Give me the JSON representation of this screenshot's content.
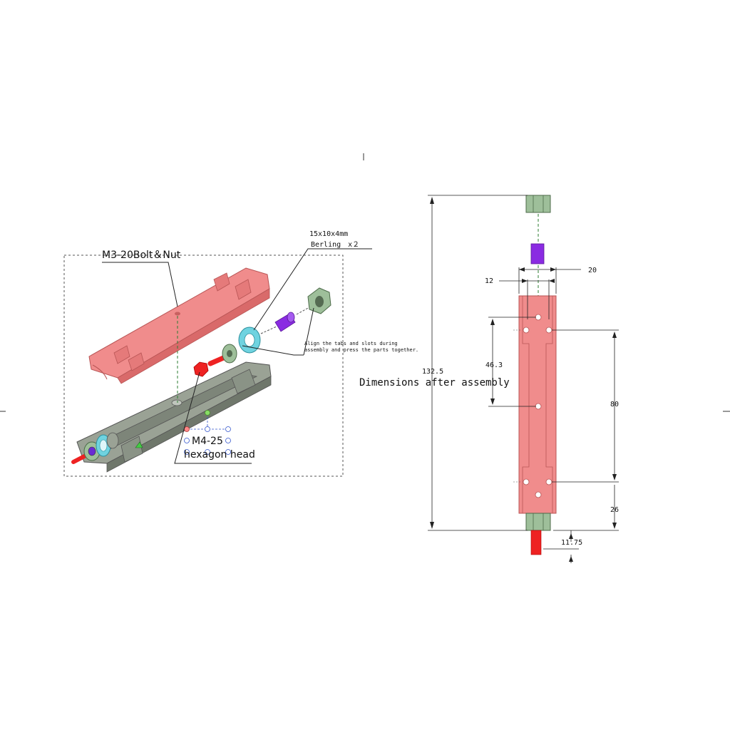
{
  "labels": {
    "bolt_nut": "M3-20Bolt＆Nut",
    "spacer_size": "15x10x4mm",
    "spacer_name": "Berling　x２",
    "align_line1": "Align the tabs and slots during",
    "align_line2": "assembly and press the parts together.",
    "hex_size": "M4-25",
    "hex_head": "hexagon head",
    "dims_after": "Dimensions after assembly"
  },
  "dimensions": {
    "overall_length": "132.5",
    "inner_width": "12",
    "outer_width": "20",
    "hole_spacing_small": "46.3",
    "hole_spacing_large": "80",
    "bottom_offset": "26",
    "shaft_offset": "11.75"
  },
  "colors": {
    "salmon": "#f08c8c",
    "salmon_dark": "#d96a6a",
    "gray": "#9aa295",
    "gray_dark": "#6f776b",
    "green_nut": "#9ebf9a",
    "cyan": "#6fd3e0",
    "purple": "#8a2be2",
    "red": "#ee2222"
  }
}
